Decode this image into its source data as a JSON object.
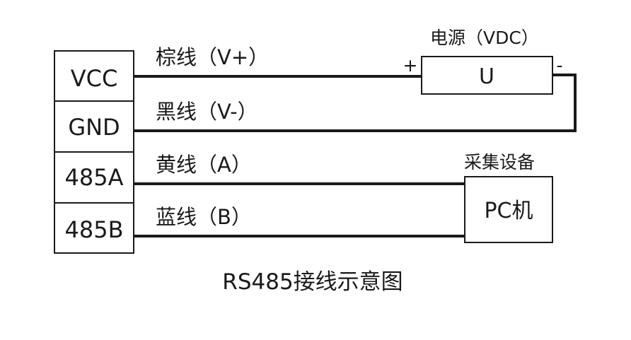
{
  "terminals": [
    "VCC",
    "GND",
    "485A",
    "485B"
  ],
  "wires": {
    "brown": "棕线（V+）",
    "black": "黑线（V-）",
    "yellow": "黄线（A）",
    "blue": "蓝线（B）"
  },
  "power": {
    "title": "电源（VDC）",
    "label": "U",
    "plus": "+",
    "minus": "-"
  },
  "collector": {
    "title": "采集设备",
    "label": "PC机"
  },
  "caption": "RS485接线示意图",
  "colors": {
    "line": "#1a1a1a",
    "background": "#ffffff"
  }
}
